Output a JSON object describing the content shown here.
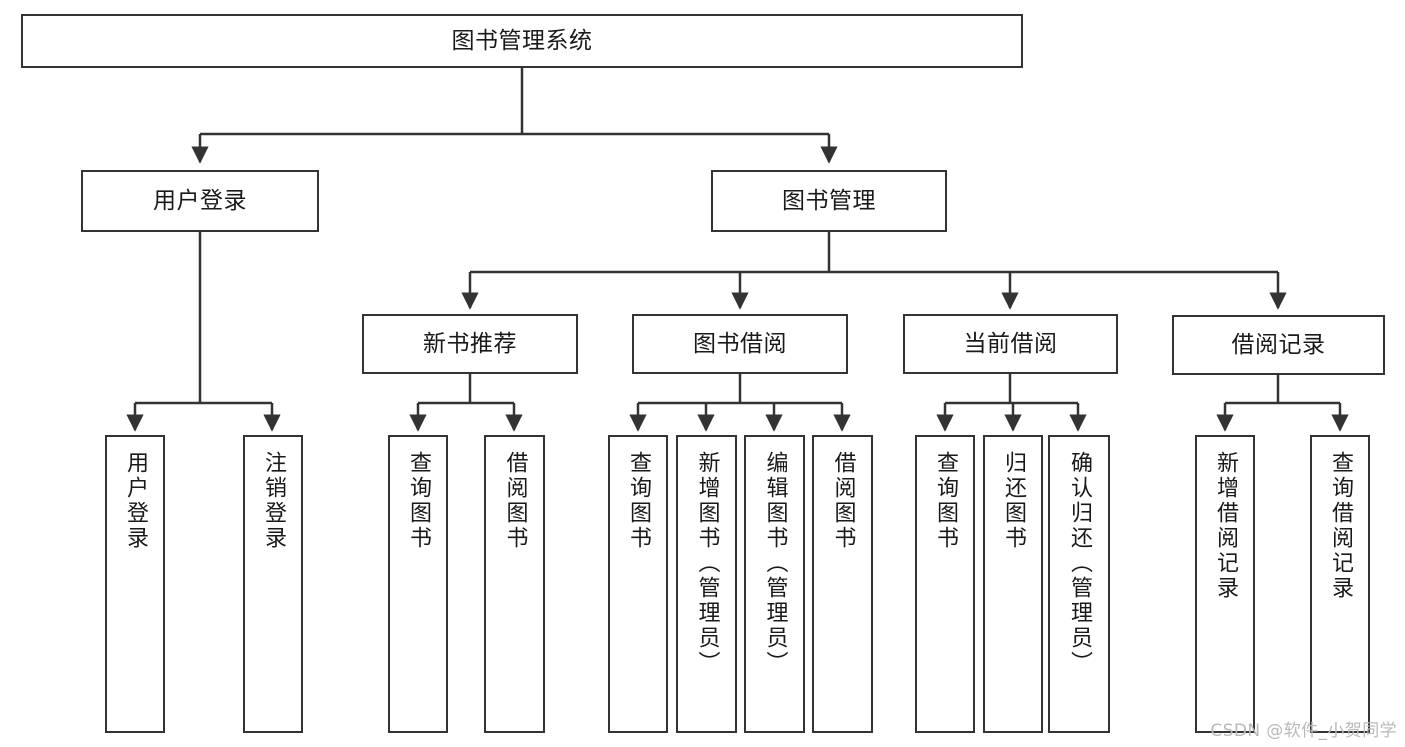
{
  "diagram": {
    "root": {
      "label": "图书管理系统"
    },
    "level2": [
      {
        "label": "用户登录"
      },
      {
        "label": "图书管理"
      }
    ],
    "level3": [
      {
        "label": "新书推荐"
      },
      {
        "label": "图书借阅"
      },
      {
        "label": "当前借阅"
      },
      {
        "label": "借阅记录"
      }
    ],
    "leaves_user_login": [
      {
        "label": "用户登录"
      },
      {
        "label": "注销登录"
      }
    ],
    "leaves_new_book": [
      {
        "label": "查询图书"
      },
      {
        "label": "借阅图书"
      }
    ],
    "leaves_borrow": [
      {
        "label": "查询图书"
      },
      {
        "label": "新增图书（管理员）"
      },
      {
        "label": "编辑图书（管理员）"
      },
      {
        "label": "借阅图书"
      }
    ],
    "leaves_current": [
      {
        "label": "查询图书"
      },
      {
        "label": "归还图书"
      },
      {
        "label": "确认归还（管理员）"
      }
    ],
    "leaves_records": [
      {
        "label": "新增借阅记录"
      },
      {
        "label": "查询借阅记录"
      }
    ]
  },
  "watermark": {
    "text": "CSDN @软件_小贺同学"
  },
  "colors": {
    "border": "#333333",
    "background": "#ffffff",
    "text": "#1a1a1a",
    "watermark": "#b9b9b9"
  }
}
